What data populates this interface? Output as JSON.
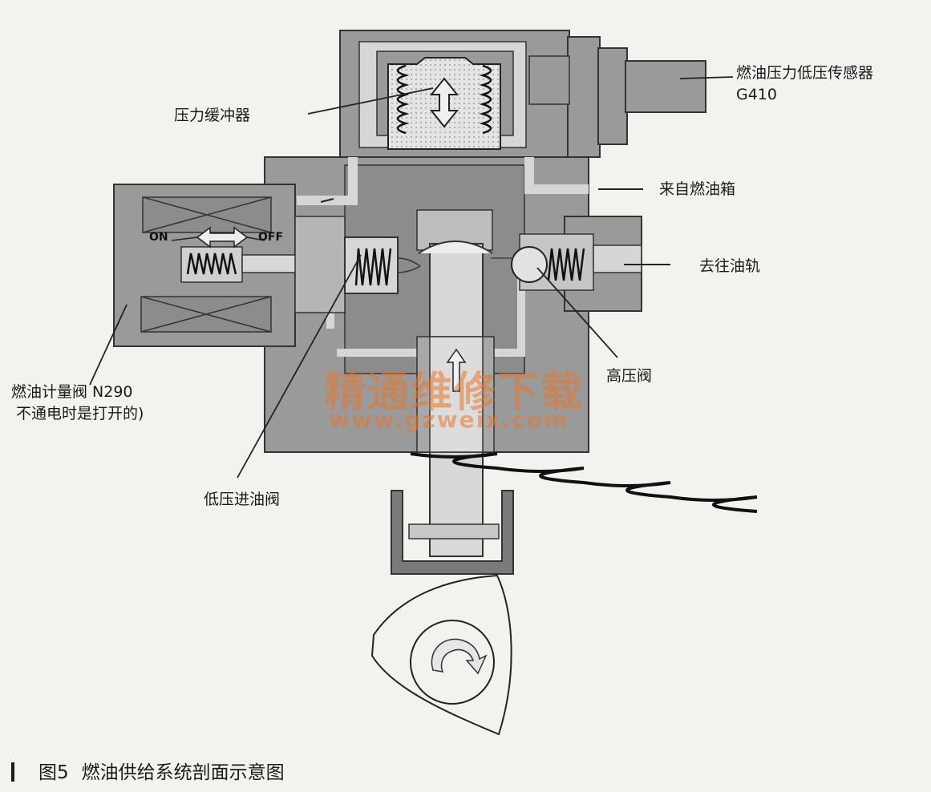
{
  "labels": {
    "sensor_line1": "燃油压力低压传感器",
    "sensor_line2": "G410",
    "buffer": "压力缓冲器",
    "from_tank": "来自燃油箱",
    "to_rail": "去往油轨",
    "hp_valve": "高压阀",
    "metering_line1": "燃油计量阀 N290",
    "metering_line2": "不通电时是打开的)",
    "lp_inlet_valve": "低压进油阀",
    "on": "ON",
    "off": "OFF"
  },
  "watermark": {
    "title": "精通维修下载",
    "url": "www.gzweix.com"
  },
  "caption": {
    "figure": "图5",
    "text": "燃油供给系统剖面示意图"
  },
  "colors": {
    "body": "#9a9a9a",
    "dark": "#6f6f6f",
    "channel": "#d6d6d6",
    "line": "#222222",
    "watermark": "#e8772c"
  }
}
